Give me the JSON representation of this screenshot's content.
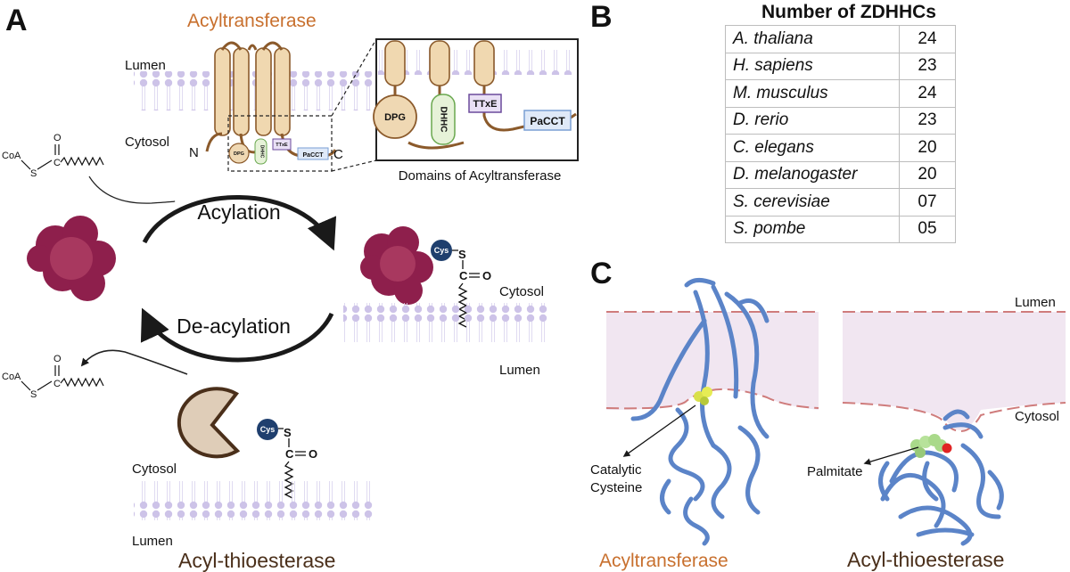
{
  "panels": {
    "a": "A",
    "b": "B",
    "c": "C"
  },
  "panel_a": {
    "acyltransferase_title": "Acyltransferase",
    "thioesterase_title": "Acyl-thioesterase",
    "lumen": "Lumen",
    "cytosol": "Cytosol",
    "n_terminus": "N",
    "c_terminus": "C",
    "domains": [
      "DPG",
      "DHHC",
      "TTxE",
      "PaCCT"
    ],
    "domains_caption": "Domains of Acyltransferase",
    "acylation": "Acylation",
    "deacylation": "De-acylation",
    "coa": "CoA",
    "sulfur": "S",
    "carbon": "C",
    "oxygen": "O",
    "cys": "Cys"
  },
  "panel_b": {
    "title": "Number of ZDHHCs",
    "rows": [
      {
        "species": "A. thaliana",
        "count": "24"
      },
      {
        "species": "H. sapiens",
        "count": "23"
      },
      {
        "species": "M. musculus",
        "count": "24"
      },
      {
        "species": "D. rerio",
        "count": "23"
      },
      {
        "species": "C. elegans",
        "count": "20"
      },
      {
        "species": "D. melanogaster",
        "count": "20"
      },
      {
        "species": "S. cerevisiae",
        "count": "07"
      },
      {
        "species": "S. pombe",
        "count": "05"
      }
    ]
  },
  "panel_c": {
    "lumen": "Lumen",
    "cytosol": "Cytosol",
    "catalytic_cysteine": "Catalytic Cysteine",
    "catalytic_line1": "Catalytic",
    "catalytic_line2": "Cysteine",
    "palmitate": "Palmitate",
    "acyltransferase_label": "Acyltransferase",
    "thioesterase_label": "Acyl-thioesterase"
  },
  "colors": {
    "orange": "#c8702e",
    "dark_brown": "#4a2f1a",
    "membrane": "#cdc3e8",
    "helix_fill": "#f0d8b0",
    "helix_stroke": "#8b5a2b",
    "protein_crimson": "#8e1f4c",
    "cys_blue": "#1f3f6e",
    "ribbon_blue": "#5b84c8",
    "membrane_band": "#f1e6f1",
    "dash_red": "#cf7c7c",
    "domain_dpg": "#efd8b3",
    "domain_dhhc": "#e6f2d8",
    "domain_ttxe": "#e9e0f5",
    "domain_pacct": "#dfe9f8",
    "thioesterase_body": "#dfcdb8"
  }
}
